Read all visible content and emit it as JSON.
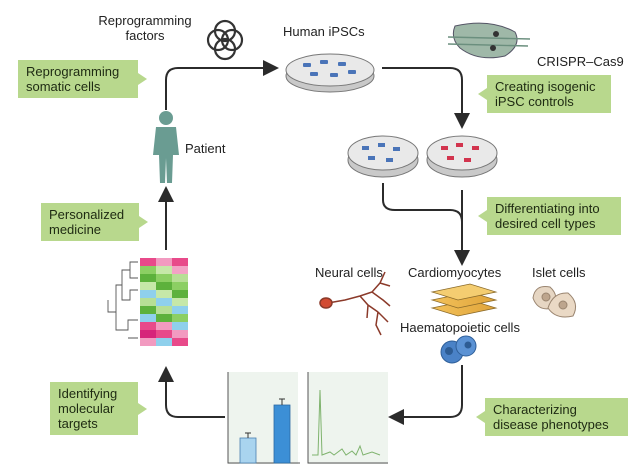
{
  "labels": {
    "reprogramming_factors": "Reprogramming\nfactors",
    "human_ipscs": "Human iPSCs",
    "crispr_cas9": "CRISPR–Cas9",
    "patient": "Patient",
    "neural_cells": "Neural cells",
    "cardiomyocytes": "Cardiomyocytes",
    "islet_cells": "Islet cells",
    "haematopoietic_cells": "Haematopoietic cells"
  },
  "callouts": {
    "reprogramming_somatic": "Reprogramming\nsomatic cells",
    "creating_isogenic": "Creating isogenic\niPSC controls",
    "personalized_medicine": "Personalized\nmedicine",
    "differentiating": "Differentiating into\ndesired cell types",
    "identifying_targets": "Identifying\nmolecular\ntargets",
    "characterizing": "Characterizing\ndisease phenotypes"
  },
  "icons": {
    "rings": "reprogramming-factors-rings-icon",
    "dish": "petri-dish-icon",
    "patient": "human-silhouette-icon",
    "crispr": "crispr-cas9-icon",
    "heatmap": "heatmap-dendrogram-icon",
    "bars": "bar-chart-icon",
    "trace": "spike-trace-icon"
  },
  "colors": {
    "callout": "#b8d88d",
    "arrow": "#2b2b2b",
    "dish_blue": "#4a74b8",
    "dish_red": "#d2344e",
    "patient": "#6a9c92"
  }
}
